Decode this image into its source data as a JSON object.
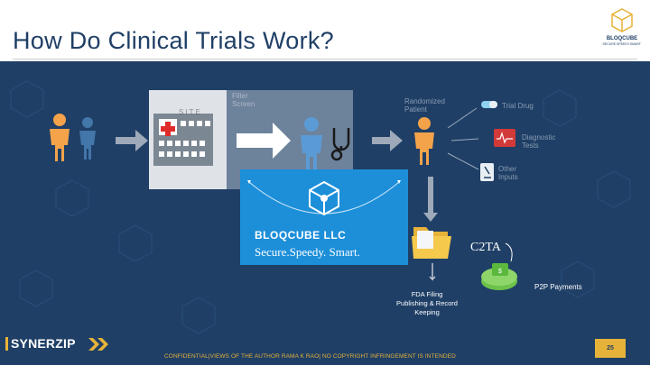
{
  "slide": {
    "title": "How Do Clinical Trials Work?",
    "brand_logo_line1": "BLOQCUBE",
    "brand_logo_line2": "SECURE.SPEEDY.SMART."
  },
  "diagram": {
    "site_label": "SITE",
    "filter_screen_label": "Filter Screen",
    "randomized_patient_label": "Randomized Patient",
    "inputs": {
      "trial_drug": "Trial Drug",
      "diagnostic_tests": "Diagnostic Tests",
      "other_inputs": "Other Inputs"
    },
    "fda_label": "FDA Filing Publishing & Record Keeping",
    "c2ta_label": "C2TA",
    "p2p_label": "P2P Payments"
  },
  "overlay": {
    "company": "BLOQCUBE LLC",
    "tagline": "Secure.Speedy. Smart."
  },
  "footer": {
    "disclaimer": "CONFIDENTIAL|VIEWS OF THE AUTHOR RAMA K RAO| NO COPYRIGHT INFRINGEMENT IS INTENDED",
    "page_number": "25",
    "partner_logo": "SYNERZIP"
  },
  "colors": {
    "background": "#1f3f66",
    "accent": "#e6b23a",
    "overlay_blue": "#1d8fd9",
    "figure_orange": "#f5a34a",
    "figure_blue": "#5b9bd5"
  },
  "icons": [
    "hospital-icon",
    "patient-icon",
    "stethoscope-icon",
    "drug-icon",
    "diagnostic-icon",
    "microscope-icon",
    "folder-icon",
    "cube-logo-icon",
    "coin-icon",
    "arrow-icon"
  ]
}
